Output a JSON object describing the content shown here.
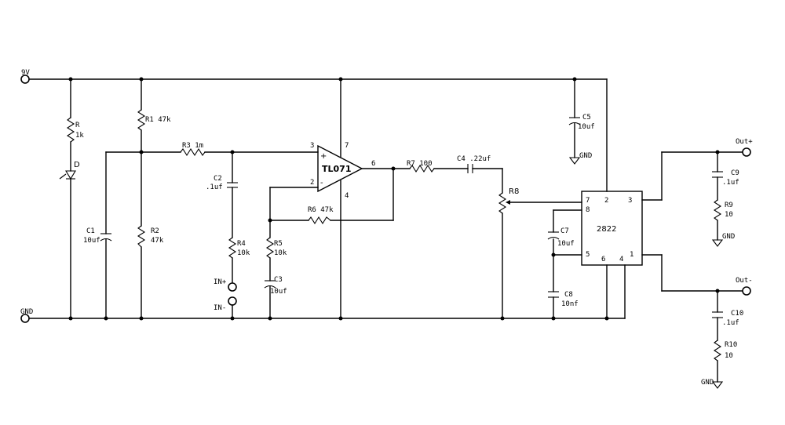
{
  "labels": {
    "vcc": "9V",
    "gnd_left": "GND",
    "r_led": "R",
    "r_led_val": "1k",
    "led": "D",
    "r1": "R1 47k",
    "r2": "R2",
    "r2_val": "47k",
    "r3": "R3 1m",
    "c1": "C1",
    "c1_val": "10uf",
    "c2": "C2",
    "c2_val": ".1uf",
    "r4": "R4",
    "r4_val": "10k",
    "in_plus": "IN+",
    "in_minus": "IN-",
    "opamp": "TL071",
    "pin3": "3",
    "pin2": "2",
    "pin7": "7",
    "pin4": "4",
    "pin6": "6",
    "plus": "+",
    "minus": "-",
    "r5": "R5",
    "r5_val": "10k",
    "c3": "C3",
    "c3_val": "10uf",
    "r6": "R6 47k",
    "r7": "R7 100",
    "c4": "C4 .22uf",
    "r8": "R8",
    "c5": "C5",
    "c5_val": "10uf",
    "gnd_c5": "GND",
    "amp": "2822",
    "amp_pin7": "7",
    "amp_pin8": "8",
    "amp_pin2": "2",
    "amp_pin3": "3",
    "amp_pin5": "5",
    "amp_pin6": "6",
    "amp_pin4": "4",
    "amp_pin1": "1",
    "c7": "C7",
    "c7_val": "10uf",
    "c8": "C8",
    "c8_val": "10nf",
    "out_plus": "Out+",
    "out_minus": "Out-",
    "c9": "C9",
    "c9_val": ".1uf",
    "r9": "R9",
    "r9_val": "10",
    "gnd_r9": "GND",
    "c10": "C10",
    "c10_val": ".1uf",
    "r10": "R10",
    "r10_val": "10",
    "gnd_r10": "GND"
  }
}
